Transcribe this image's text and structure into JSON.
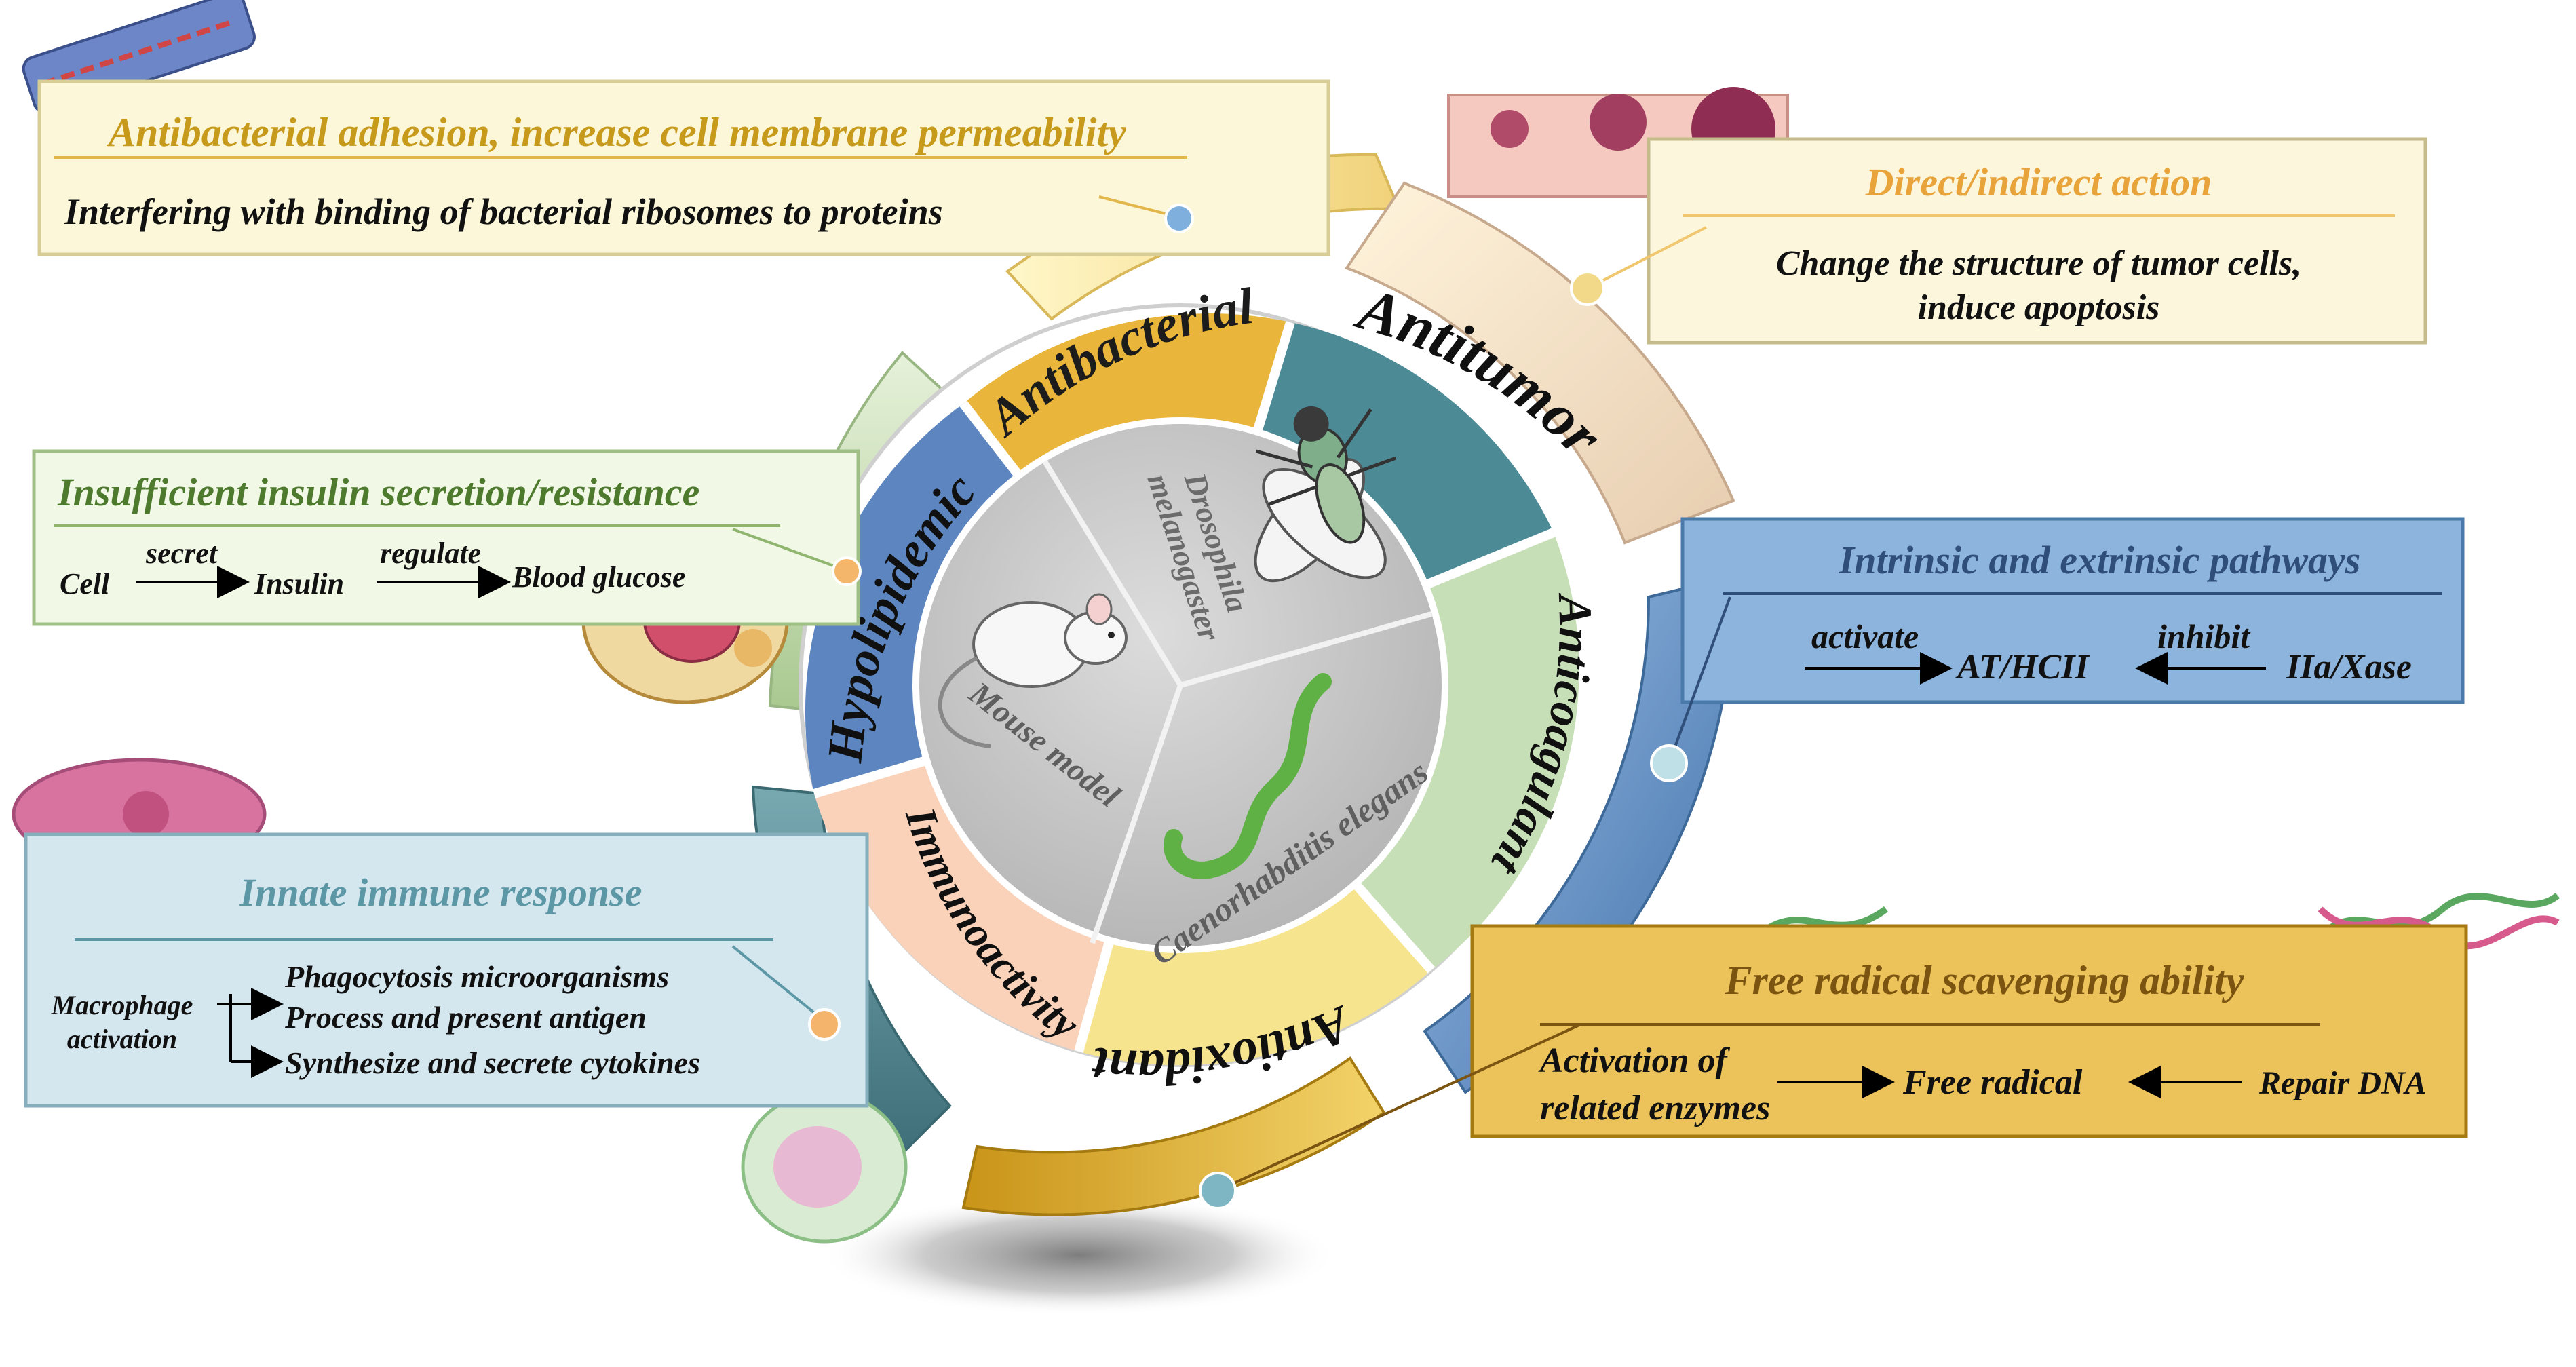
{
  "colors": {
    "antibacterial": "#e9b53a",
    "antitumor": "#4c8a96",
    "anticoagulant": "#c7dfb6",
    "antioxidant": "#f6e48e",
    "immunoactivity": "#f9d2b9",
    "hypolipidemic": "#5d86c0",
    "center": "#c5c5c5",
    "box_yellow": "#fcf7d9",
    "box_cream": "#fcf6dc",
    "box_green": "#f2f8e6",
    "box_blue": "#8db4dd",
    "box_lightblue": "#d4e6ee",
    "box_gold": "#ecc35a",
    "heading_gold": "#c79a1c",
    "heading_orange": "#e8a33a",
    "heading_green": "#4e7a2e",
    "heading_blue": "#2f4f7a",
    "heading_teal": "#5c97a6",
    "heading_brown": "#7a5410"
  },
  "wheel": {
    "segments": {
      "antibacterial": "Antibacterial",
      "antitumor": "Antitumor",
      "anticoagulant": "Anticoagulant",
      "antioxidant": "Antioxidant",
      "immunoactivity": "Immunoactivity",
      "hypolipidemic": "Hypolipidemic"
    },
    "models": {
      "drosophila_line1": "Drosophila",
      "drosophila_line2": "melanogaster",
      "mouse": "Mouse model",
      "celegans": "Caenorhabditis elegans"
    }
  },
  "boxes": {
    "antibacterial": {
      "heading": "Antibacterial adhesion, increase cell membrane permeability",
      "body": "Interfering with binding of  bacterial ribosomes  to proteins"
    },
    "antitumor": {
      "heading": "Direct/indirect action",
      "body_line1": "Change the structure  of  tumor cells,",
      "body_line2": "induce apoptosis"
    },
    "hypolipidemic": {
      "heading": "Insufficient insulin secretion/resistance",
      "cell": "Cell",
      "secret": "secret",
      "insulin": "Insulin",
      "regulate": "regulate",
      "blood_glucose": "Blood glucose"
    },
    "anticoagulant": {
      "heading": "Intrinsic and extrinsic pathways",
      "activate": "activate",
      "at_hcii": "AT/HCII",
      "inhibit": "inhibit",
      "iia_xase": "IIa/Xase"
    },
    "immunoactivity": {
      "heading": "Innate immune response",
      "macrophage_line1": "Macrophage",
      "macrophage_line2": "activation",
      "item1": "Phagocytosis microorganisms",
      "item2": "Process  and present antigen",
      "item3": "Synthesize and secrete cytokines"
    },
    "antioxidant": {
      "heading": "Free radical scavenging ability",
      "activation_line1": "Activation  of",
      "activation_line2": "related enzymes",
      "free_radical": "Free  radical",
      "repair_dna": "Repair DNA"
    }
  }
}
